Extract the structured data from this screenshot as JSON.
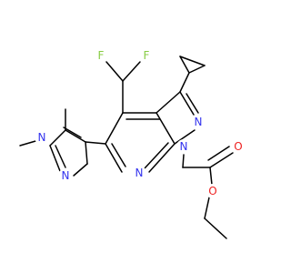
{
  "molecule": {
    "colors": {
      "bond": "#000000",
      "N": "#3333ee",
      "O": "#ee2222",
      "F": "#88cc44"
    },
    "atoms": [
      {
        "id": "F1",
        "label": "F",
        "el": "F"
      },
      {
        "id": "F2",
        "label": "F",
        "el": "F"
      },
      {
        "id": "N_pz_bottom",
        "label": "N",
        "el": "N"
      },
      {
        "id": "N_pz_methyl",
        "label": "N",
        "el": "N"
      },
      {
        "id": "N_pyridine",
        "label": "N",
        "el": "N"
      },
      {
        "id": "N2",
        "label": "N",
        "el": "N"
      },
      {
        "id": "N1",
        "label": "N",
        "el": "N"
      },
      {
        "id": "O_carbonyl",
        "label": "O",
        "el": "O"
      },
      {
        "id": "O_ester",
        "label": "O",
        "el": "O"
      }
    ]
  }
}
